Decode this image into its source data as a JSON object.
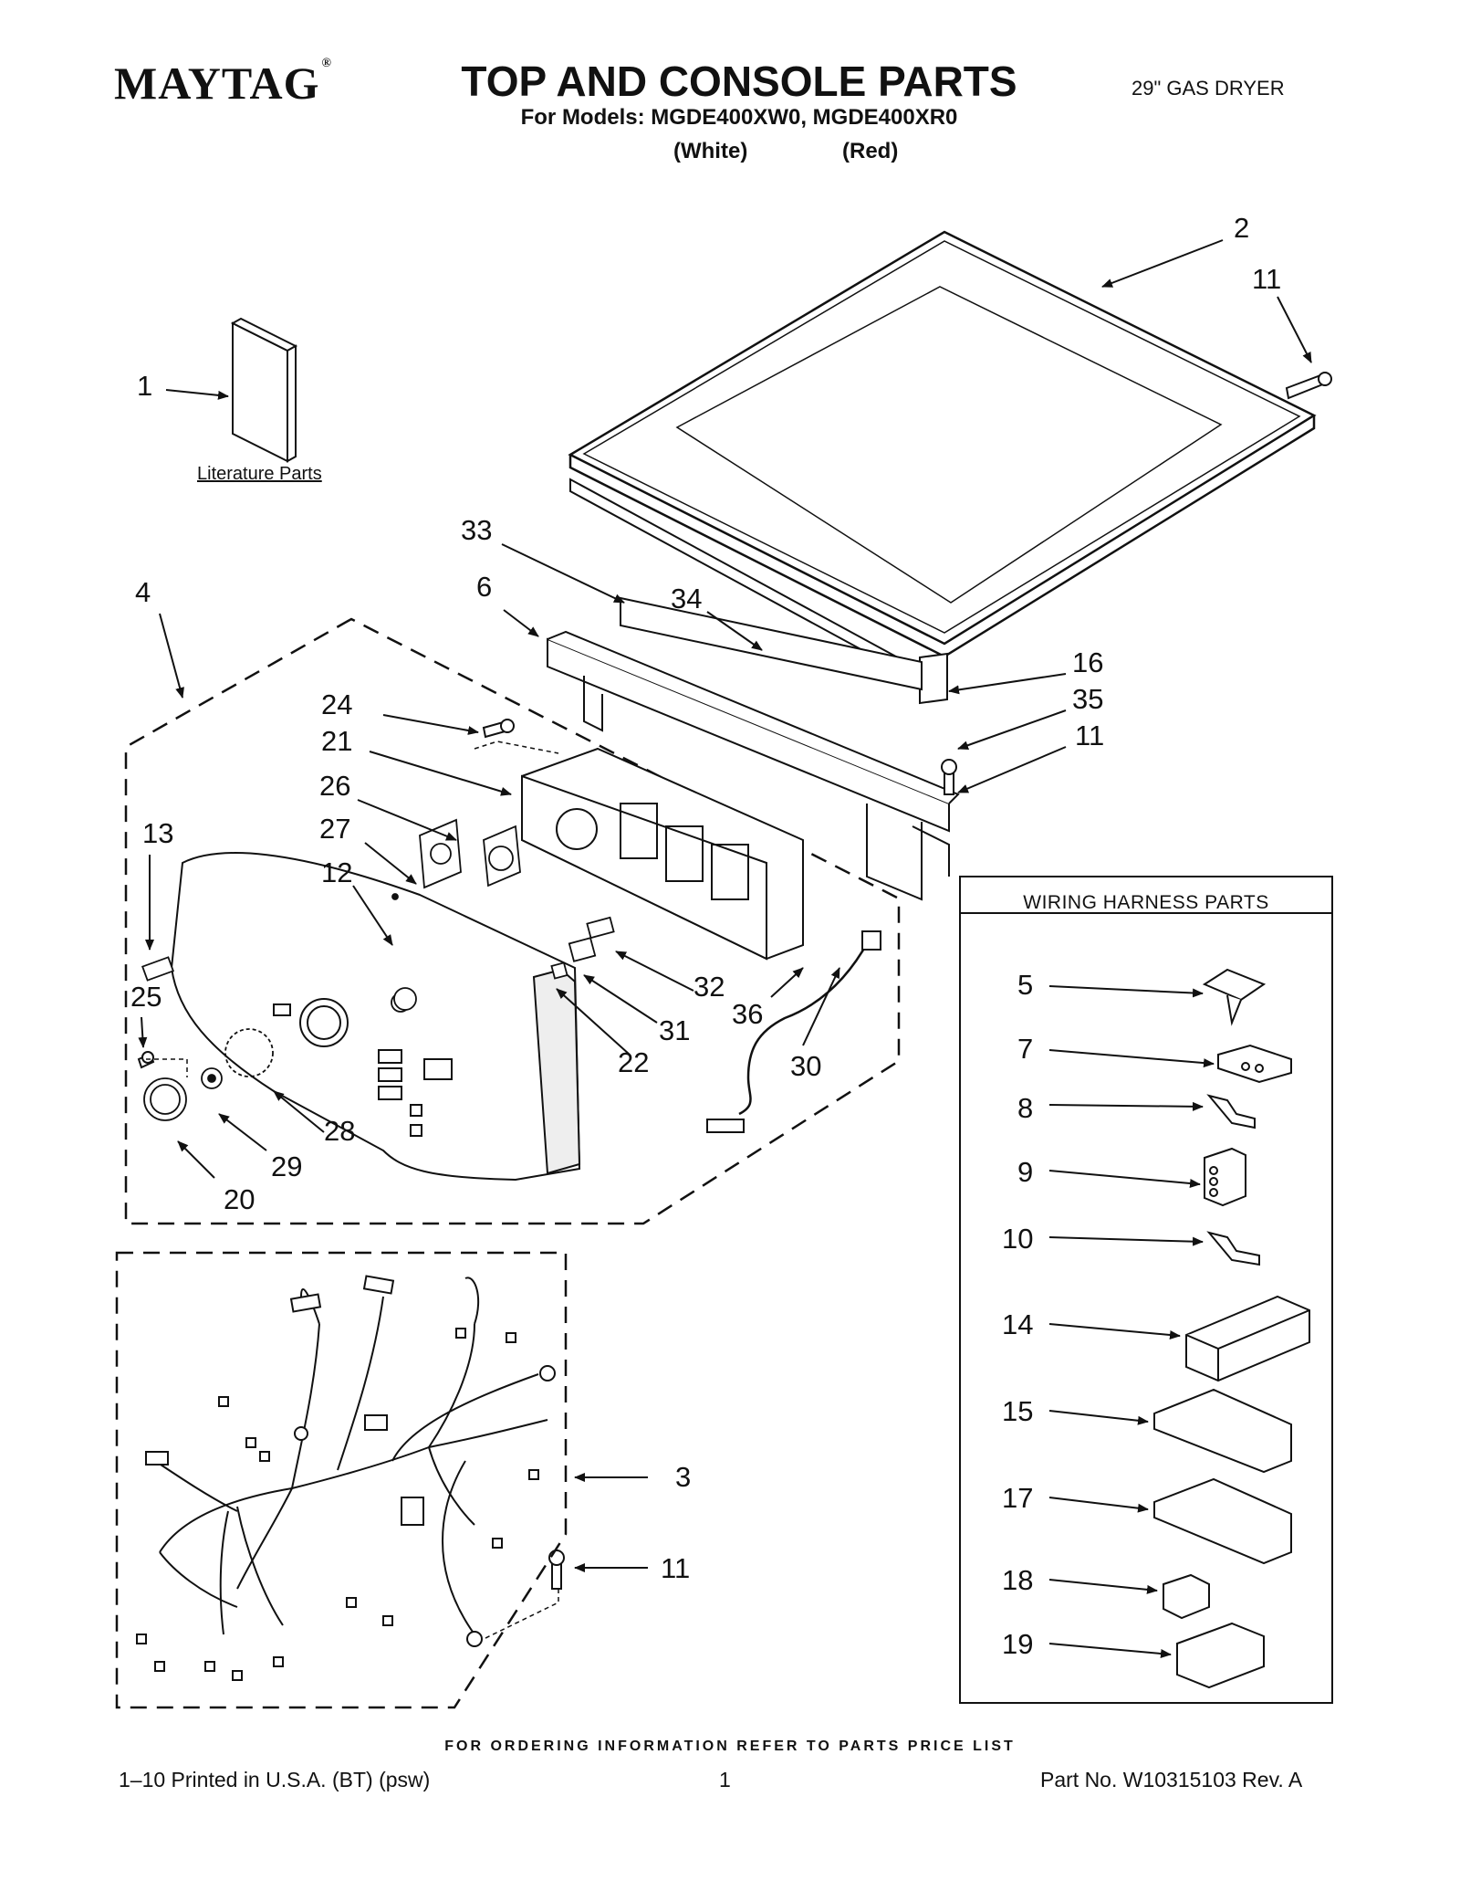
{
  "header": {
    "brand": "MAYTAG",
    "registered_mark": "®",
    "title": "TOP AND CONSOLE PARTS",
    "subtitle": "For Models: MGDE400XW0, MGDE400XR0",
    "variant_white": "(White)",
    "variant_red": "(Red)",
    "product": "29\" GAS DRYER"
  },
  "literature_label": "Literature Parts",
  "wiring_harness_title": "WIRING HARNESS PARTS",
  "callouts": {
    "c1": "1",
    "c2": "2",
    "c11a": "11",
    "c33": "33",
    "c4": "4",
    "c6": "6",
    "c34": "34",
    "c16": "16",
    "c35": "35",
    "c11b": "11",
    "c24": "24",
    "c21": "21",
    "c26": "26",
    "c27": "27",
    "c13": "13",
    "c12": "12",
    "c25": "25",
    "c32": "32",
    "c36": "36",
    "c31": "31",
    "c22": "22",
    "c30": "30",
    "c28": "28",
    "c29": "29",
    "c20": "20",
    "c3": "3",
    "c11c": "11",
    "w5": "5",
    "w7": "7",
    "w8": "8",
    "w9": "9",
    "w10": "10",
    "w14": "14",
    "w15": "15",
    "w17": "17",
    "w18": "18",
    "w19": "19"
  },
  "ordering_note": "FOR ORDERING INFORMATION REFER TO PARTS PRICE LIST",
  "footer": {
    "print_info": "1–10 Printed in U.S.A. (BT) (psw)",
    "page_number": "1",
    "part_number": "Part No. W10315103 Rev. A"
  }
}
